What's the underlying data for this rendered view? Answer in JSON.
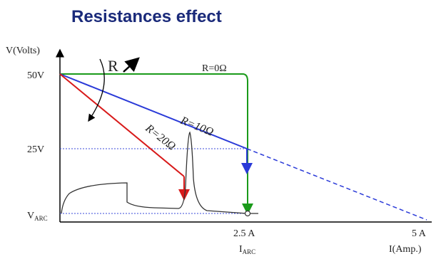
{
  "title": "Resistances effect",
  "axes": {
    "y_label": "V(Volts)",
    "x_label": "I(Amp.)",
    "y_ticks": [
      "50V",
      "25V"
    ],
    "v_arc": {
      "main": "V",
      "sub": "ARC"
    },
    "x_ticks": [
      "2.5 A",
      "5 A"
    ],
    "i_arc": {
      "main": "I",
      "sub": "ARC"
    }
  },
  "annotations": {
    "r_rotation": "R",
    "r0": "R=0Ω",
    "r10": "R=10Ω",
    "r20": "R=20Ω"
  },
  "colors": {
    "r0": "#1a9a1a",
    "r10": "#2a3ad8",
    "r20": "#d81a1a",
    "axis": "#000000",
    "trace": "#333333",
    "guide": "#3a4ad8"
  }
}
